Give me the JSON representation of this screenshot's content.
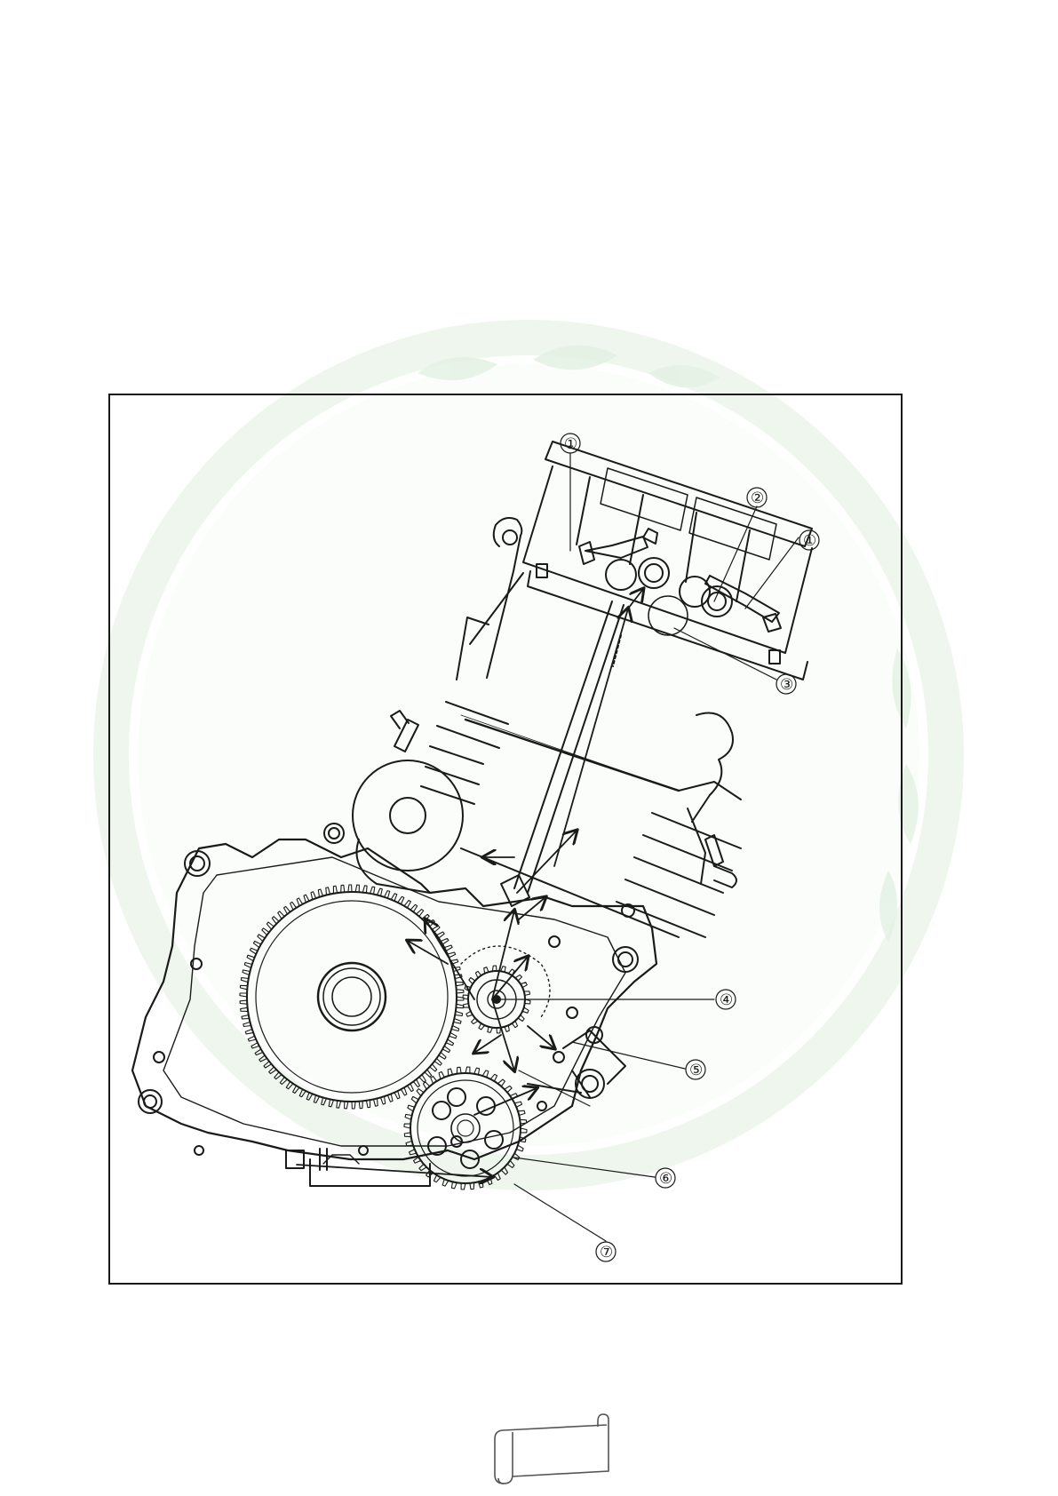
{
  "figure": {
    "callouts": [
      {
        "id": "c1a",
        "label": "①"
      },
      {
        "id": "c2",
        "label": "②"
      },
      {
        "id": "c1b",
        "label": "①"
      },
      {
        "id": "c3",
        "label": "③"
      },
      {
        "id": "c4",
        "label": "④"
      },
      {
        "id": "c5",
        "label": "⑤"
      },
      {
        "id": "c6",
        "label": "⑥"
      },
      {
        "id": "c7",
        "label": "⑦"
      }
    ]
  },
  "decorations": {
    "watermark_color": "#d8ecd8",
    "line_color": "#1a1a1a"
  }
}
